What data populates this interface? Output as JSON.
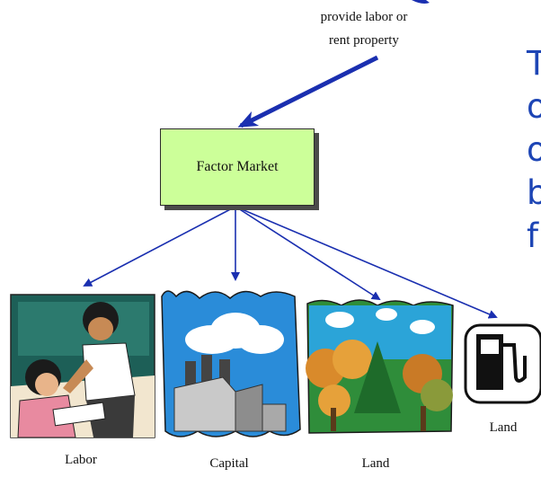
{
  "note": {
    "line1": "provide labor or",
    "line2": "rent  property"
  },
  "factor_market": {
    "label": "Factor Market"
  },
  "captions": {
    "labor": "Labor",
    "capital": "Capital",
    "land": "Land",
    "land2": "Land"
  },
  "side_text": [
    "T",
    "o",
    "o",
    "b",
    "f"
  ],
  "colors": {
    "arrow": "#1a2fb0",
    "box": "#ccff99",
    "side_text": "#1d45b5"
  },
  "icons": [
    "teacher-student-image",
    "factory-smokestack-image",
    "forest-image",
    "gas-pump-image"
  ]
}
